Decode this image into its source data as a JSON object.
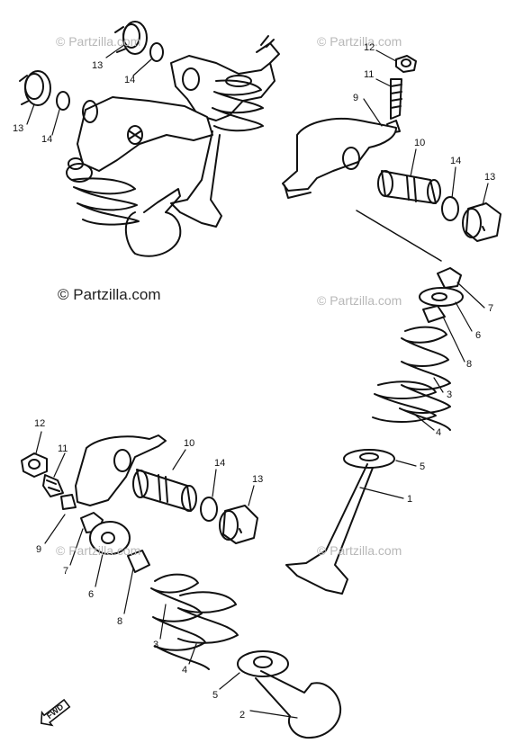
{
  "watermarks": {
    "strong": "© Partzilla.com",
    "faint": "© Partzilla.com"
  },
  "fwd_label": "FWD",
  "callouts": {
    "top_left": [
      "13",
      "14",
      "13",
      "14"
    ],
    "top_right": [
      "12",
      "11",
      "9",
      "10",
      "14",
      "13"
    ],
    "middle_right": [
      "7",
      "6",
      "8",
      "3",
      "4",
      "5",
      "1"
    ],
    "bottom_left": [
      "12",
      "11",
      "10",
      "14",
      "13",
      "9",
      "7",
      "6",
      "8",
      "3",
      "4",
      "5",
      "2"
    ]
  },
  "colors": {
    "ink": "#111111",
    "watermark": "#b8b8b8",
    "background": "#ffffff"
  }
}
